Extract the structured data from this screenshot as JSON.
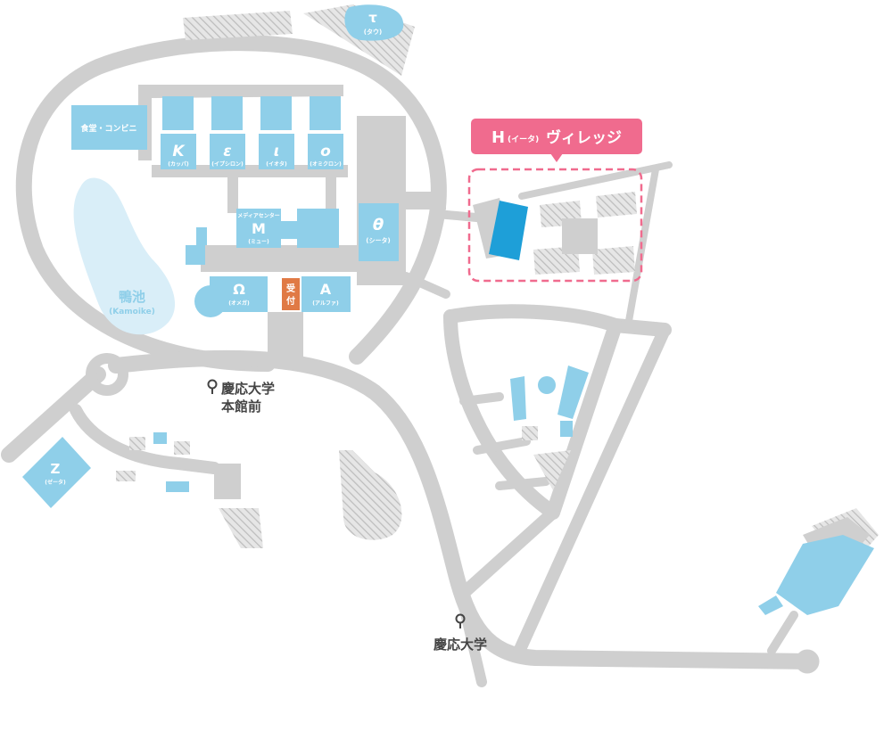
{
  "buildings": {
    "tau": {
      "letter": "τ",
      "reading": "(タウ)"
    },
    "cafeteria": {
      "label": "食堂・コンビニ"
    },
    "kappa": {
      "letter": "K",
      "reading": "(カッパ)"
    },
    "epsilon": {
      "letter": "ε",
      "reading": "(イプシロン)"
    },
    "iota": {
      "letter": "ι",
      "reading": "(イオタ)"
    },
    "omicron": {
      "letter": "o",
      "reading": "(オミクロン)"
    },
    "mu": {
      "caption": "メディアセンター",
      "letter": "M",
      "reading": "(ミュー)"
    },
    "theta": {
      "letter": "θ",
      "reading": "(シータ)"
    },
    "omega": {
      "letter": "Ω",
      "reading": "(オメガ)"
    },
    "reception": {
      "line1": "受",
      "line2": "付"
    },
    "alpha": {
      "letter": "A",
      "reading": "(アルファ)"
    },
    "zeta": {
      "letter": "Z",
      "reading": "(ゼータ)"
    }
  },
  "pond": {
    "name": "鴨池",
    "reading": "(Kamoike)"
  },
  "village": {
    "letter": "H",
    "reading": "(イータ)",
    "name": "ヴィレッジ"
  },
  "stops": {
    "honkan": {
      "line1": "慶応大学",
      "line2": "本館前"
    },
    "daigaku": {
      "line1": "慶応大学"
    }
  },
  "colors": {
    "road": "#cfcfcf",
    "building": "#8fcfe9",
    "pond": "#d9eef8",
    "highlight": "#1e9fd8",
    "village_pink": "#f06b8e",
    "reception": "#e07a45",
    "text_dark": "#444444"
  }
}
